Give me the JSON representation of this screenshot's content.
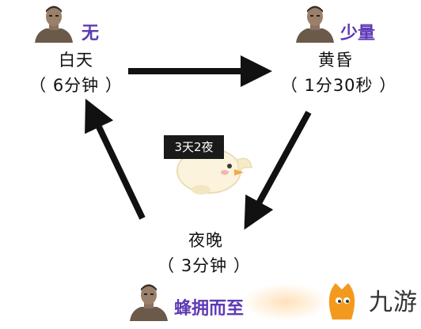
{
  "phases": {
    "day": {
      "name": "白天",
      "duration": "（ 6分钟 ）",
      "threat": "无"
    },
    "dusk": {
      "name": "黄昏",
      "duration": "（ 1分30秒 ）",
      "threat": "少量"
    },
    "night": {
      "name": "夜晚",
      "duration": "（ 3分钟 ）",
      "threat": "蜂拥而至"
    }
  },
  "cycle_badge": "3天2夜",
  "watermark_text": "九游",
  "colors": {
    "threat_label": "#5e3ab5",
    "arrow": "#111111",
    "watermark_orange": "#f39a1e"
  },
  "icons": {
    "threat_avatar": "zombie-avatar-icon",
    "mascot": "chick-mascot-icon",
    "watermark": "jiuyou-logo-icon"
  }
}
